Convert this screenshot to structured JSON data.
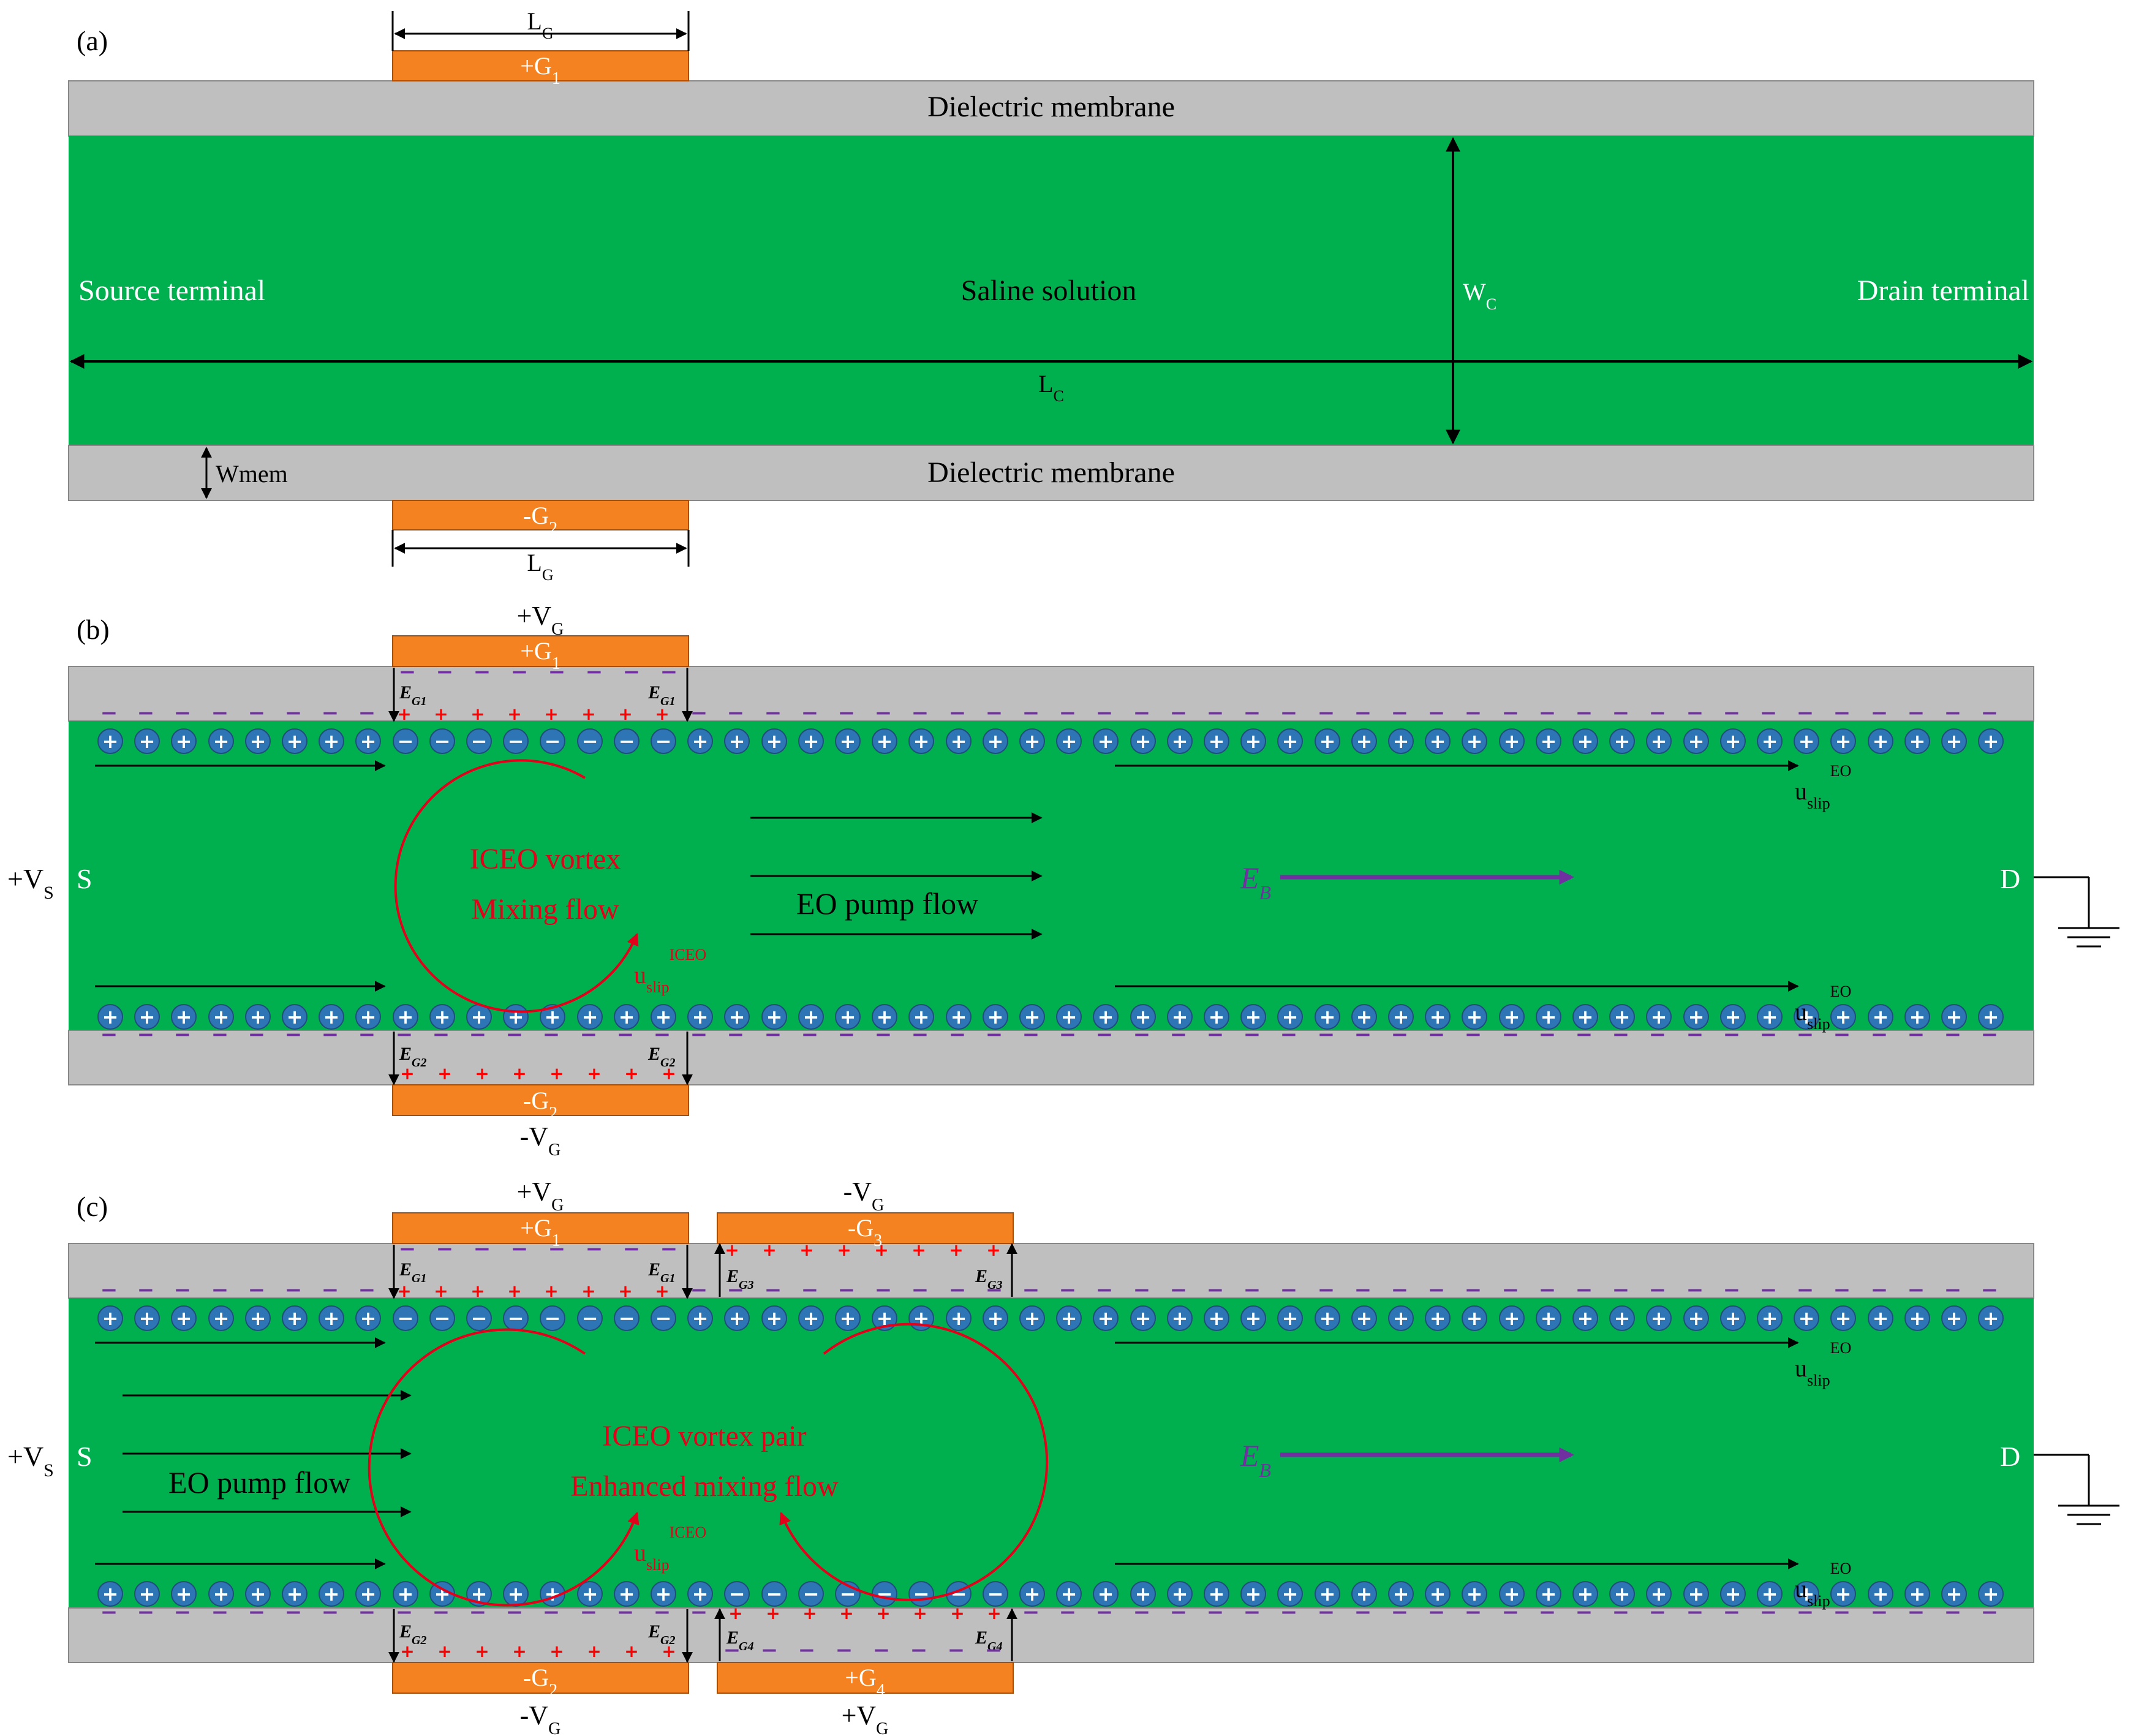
{
  "colors": {
    "channel": "#00B04F",
    "membrane": "#BFBFBF",
    "gate": "#F58220",
    "cation": "#2E75B6",
    "counter_charge_red": "#FF0000",
    "counter_charge_purple": "#7030A0",
    "field": "#7030A0",
    "vortex": "#E3001B",
    "line": "#000000",
    "white_text": "#FFFFFF"
  },
  "panel_a": {
    "label": "(a)",
    "lg": "L",
    "lg_sub": "G",
    "gate1": "+G",
    "gate1_sub": "1",
    "gate2": "-G",
    "gate2_sub": "2",
    "membrane_top": "Dielectric membrane",
    "membrane_bottom": "Dielectric membrane",
    "source": "Source terminal",
    "solution": "Saline solution",
    "drain": "Drain terminal",
    "wc": "W",
    "wc_sub": "C",
    "lc": "L",
    "lc_sub": "C",
    "wmem": "Wmem"
  },
  "panel_b": {
    "label": "(b)",
    "vg_top": "+V",
    "vg_top_sub": "G",
    "gate1": "+G",
    "gate1_sub": "1",
    "gate2": "-G",
    "gate2_sub": "2",
    "vg_bottom": "-V",
    "vg_bottom_sub": "G",
    "eg_top": "E",
    "eg_top_sub": "G1",
    "eg_bottom": "E",
    "eg_bottom_sub": "G2",
    "vs": "+V",
    "vs_sub": "S",
    "s": "S",
    "d": "D",
    "vortex_1": "ICEO vortex",
    "vortex_2": "Mixing flow",
    "eo_flow": "EO  pump flow",
    "eb": "E",
    "eb_sub": "B",
    "uslip": "u",
    "uslip_sub": "slip",
    "eo_sup": "EO",
    "iceo_sup": "ICEO",
    "plus": "+",
    "minus": "−"
  },
  "panel_c": {
    "label": "(c)",
    "vg1": "+V",
    "vg1_sub": "G",
    "gate1": "+G",
    "gate1_sub": "1",
    "vg3": "-V",
    "vg3_sub": "G",
    "gate3": "-G",
    "gate3_sub": "3",
    "gate2": "-G",
    "gate2_sub": "2",
    "vg2": "-V",
    "vg2_sub": "G",
    "gate4": "+G",
    "gate4_sub": "4",
    "vg4": "+V",
    "vg4_sub": "G",
    "eg1": "E",
    "eg1_sub": "G1",
    "eg3": "E",
    "eg3_sub": "G3",
    "eg2": "E",
    "eg2_sub": "G2",
    "eg4": "E",
    "eg4_sub": "G4",
    "vs": "+V",
    "vs_sub": "S",
    "s": "S",
    "d": "D",
    "vortex_1": "ICEO vortex pair",
    "vortex_2": "Enhanced mixing flow",
    "eo_flow": "EO  pump flow",
    "eb": "E",
    "eb_sub": "B",
    "uslip": "u",
    "uslip_sub": "slip",
    "eo_sup": "EO",
    "iceo_sup": "ICEO"
  }
}
